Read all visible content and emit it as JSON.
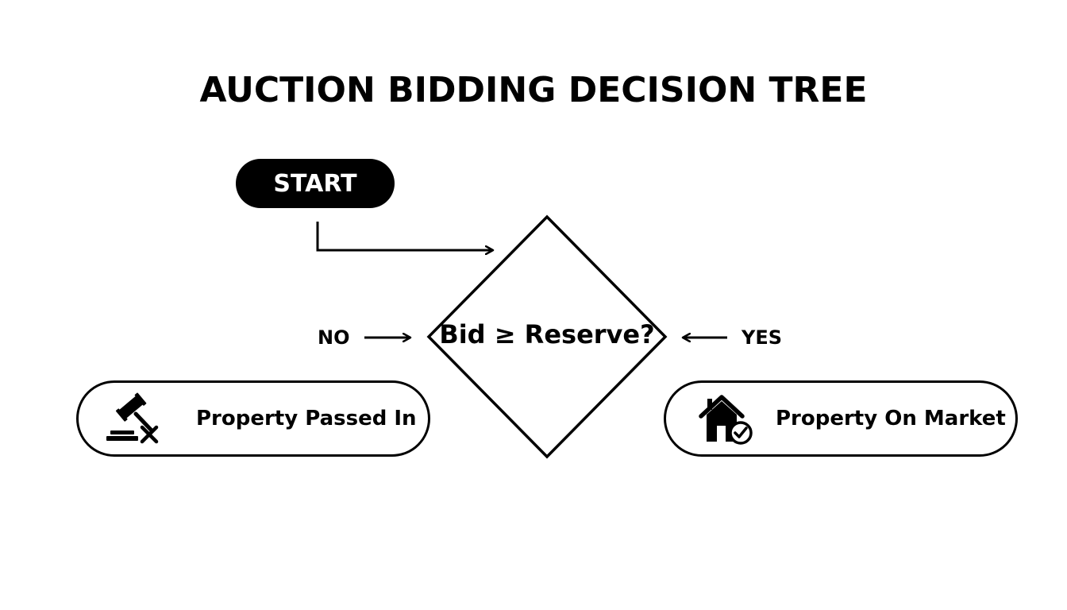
{
  "title": "AUCTION BIDDING DECISION TREE",
  "start": {
    "label": "START"
  },
  "decision": {
    "label": "Bid ≥ Reserve?"
  },
  "branches": {
    "no": {
      "label": "NO"
    },
    "yes": {
      "label": "YES"
    }
  },
  "outcomes": {
    "no": {
      "label": "Property Passed In",
      "icon": "gavel-cross-icon"
    },
    "yes": {
      "label": "Property On Market",
      "icon": "house-check-icon"
    }
  }
}
